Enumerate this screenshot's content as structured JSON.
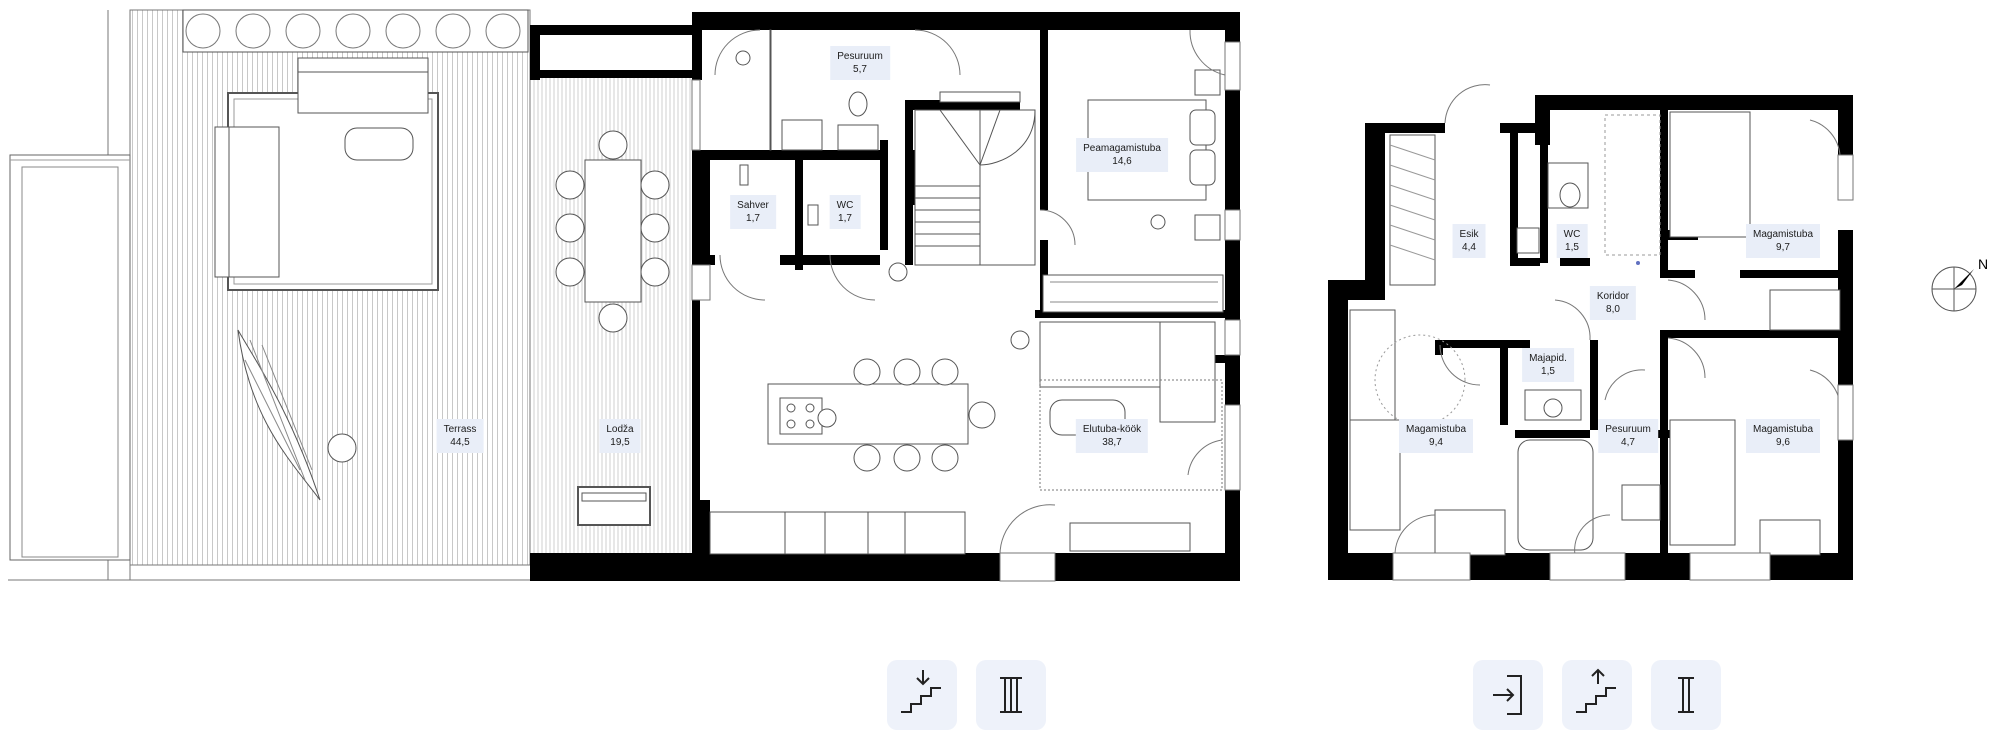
{
  "plan": {
    "colors": {
      "wall": "#000000",
      "line": "#555555",
      "label_bg": "#e9eef8",
      "button_bg": "#eef2fa"
    },
    "compass_letter": "N",
    "floor_a_rooms": [
      {
        "id": "terrass",
        "name": "Terrass",
        "area": "44,5"
      },
      {
        "id": "lodza",
        "name": "Lodža",
        "area": "19,5"
      },
      {
        "id": "pesuruum1",
        "name": "Pesuruum",
        "area": "5,7"
      },
      {
        "id": "sahver",
        "name": "Sahver",
        "area": "1,7"
      },
      {
        "id": "wc1",
        "name": "WC",
        "area": "1,7"
      },
      {
        "id": "peamagamistuba",
        "name": "Peamagamistuba",
        "area": "14,6"
      },
      {
        "id": "elutuba",
        "name": "Elutuba-köök",
        "area": "38,7"
      }
    ],
    "floor_b_rooms": [
      {
        "id": "esik",
        "name": "Esik",
        "area": "4,4"
      },
      {
        "id": "wc2",
        "name": "WC",
        "area": "1,5"
      },
      {
        "id": "koridor",
        "name": "Koridor",
        "area": "8,0"
      },
      {
        "id": "majapid",
        "name": "Majapid.",
        "area": "1,5"
      },
      {
        "id": "pesuruum2",
        "name": "Pesuruum",
        "area": "4,7"
      },
      {
        "id": "magamistuba1",
        "name": "Magamistuba",
        "area": "9,7"
      },
      {
        "id": "magamistuba2",
        "name": "Magamistuba",
        "area": "9,4"
      },
      {
        "id": "magamistuba3",
        "name": "Magamistuba",
        "area": "9,6"
      }
    ],
    "floor_buttons": {
      "floor_a": [
        {
          "icon": "stairs-down-icon"
        },
        {
          "icon": "floor-three-icon"
        }
      ],
      "floor_b": [
        {
          "icon": "entrance-icon"
        },
        {
          "icon": "stairs-up-icon"
        },
        {
          "icon": "floor-two-icon"
        }
      ]
    }
  }
}
